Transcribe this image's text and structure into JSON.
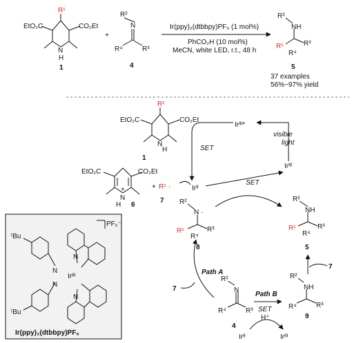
{
  "colors": {
    "substituent_red": "#d42a2a",
    "ink": "#111111",
    "catalyst_box_fill": "#f2f2f2"
  },
  "top_scheme": {
    "reactant_1": {
      "group_left": "EtO₂C",
      "group_right": "CO₂Et",
      "r_group": "R¹",
      "nh": "N",
      "h": "H",
      "label": "1"
    },
    "plus": "+",
    "reactant_4": {
      "r2": "R²",
      "n": "N",
      "r4": "R⁴",
      "r3": "R³",
      "label": "4"
    },
    "conditions": {
      "catalyst": "Ir(ppy)₂(dtbbpy)PF₆ (1 mol%)",
      "additive": "PhCO₂H (10 mol%)",
      "solvent": "MeCN, white LED, r.t., 48 h"
    },
    "product_5": {
      "r2": "R²",
      "nh": "NH",
      "r1": "R¹",
      "r4": "R⁴",
      "r3": "R³",
      "label": "5"
    },
    "scope": [
      "37 examples",
      "56%~97% yield"
    ]
  },
  "mechanism": {
    "hantzsch_1": {
      "group_left": "EtO₂C",
      "group_right": "CO₂Et",
      "r_group": "R¹",
      "n": "N",
      "h": "H",
      "label": "1"
    },
    "pyridinium_6": {
      "group_left": "EtO₂C",
      "group_right": "CO₂Et",
      "n": "N",
      "h": "H",
      "plus": "+",
      "label": "6"
    },
    "plus": "+",
    "radical_7": {
      "text": "R¹",
      "dot": "·",
      "label": "7"
    },
    "ir_excited": "Irᴵᴵᴵ*",
    "ir_iii": "Irᴵᴵᴵ",
    "ir_ii": "Irᴵᴵ",
    "visible_light": [
      "visible",
      "light"
    ],
    "set_1": "SET",
    "set_2": "SET",
    "set_3": "SET",
    "h_plus": "H⁺",
    "intermediate_8": {
      "r2": "R²",
      "n": "N",
      "dot": "·",
      "r1": "R¹",
      "r4": "R⁴",
      "r3": "R³",
      "label": "8"
    },
    "product_5": {
      "r2": "R²",
      "nh": "NH",
      "r1": "R¹",
      "r4": "R⁴",
      "r3": "R³",
      "label": "5"
    },
    "imine_4": {
      "r2": "R²",
      "n": "N",
      "r4": "R⁴",
      "r3": "R³",
      "label": "4"
    },
    "radical_9": {
      "r2": "R²",
      "nh": "NH",
      "r4": "R⁴",
      "r3": "R³",
      "label": "9"
    },
    "path_a": "Path A",
    "path_b": "Path B",
    "label_7_left": "7",
    "label_7_right": "7",
    "ir_ii_bottom": "Irᴵᴵ",
    "ir_iii_bottom": "Irᴵᴵᴵ"
  },
  "catalyst_box": {
    "counterion": "PF₆⁻",
    "tbu_top": "ᵗBu",
    "tbu_bottom": "ᵗBu",
    "ir_center": "Irᴵᴵᴵ",
    "n_labels": [
      "N",
      "N",
      "N",
      "N"
    ],
    "caption": "Ir(ppy)₂(dtbbpy)PF₆"
  }
}
